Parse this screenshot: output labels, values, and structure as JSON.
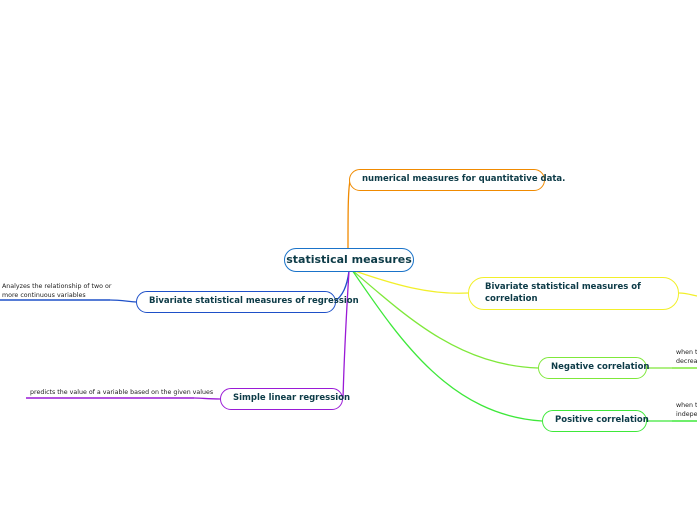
{
  "root": {
    "label": "statistical measures",
    "color": "#1a73c9"
  },
  "branches": [
    {
      "id": "numerical",
      "label": "numerical measures for quantitative data.",
      "color": "#f08a00"
    },
    {
      "id": "regression",
      "label": "Bivariate statistical measures of regression",
      "color": "#1e50c8",
      "note_lines": [
        "Analyzes the relationship of two or",
        "more continuous variables"
      ]
    },
    {
      "id": "simple",
      "label": "Simple linear regression",
      "color": "#9a1ad6",
      "note_lines": [
        "predicts the value of a variable based on the given values"
      ]
    },
    {
      "id": "correlation",
      "label": "Bivariate statistical measures of correlation",
      "color": "#f2ef2a"
    },
    {
      "id": "negative",
      "label": "Negative correlation",
      "color": "#7fe83a",
      "note_lines": [
        "when th",
        "decreas"
      ]
    },
    {
      "id": "positive",
      "label": "Positive correlation",
      "color": "#3ee83a",
      "note_lines": [
        "when th",
        "indeper"
      ]
    }
  ]
}
